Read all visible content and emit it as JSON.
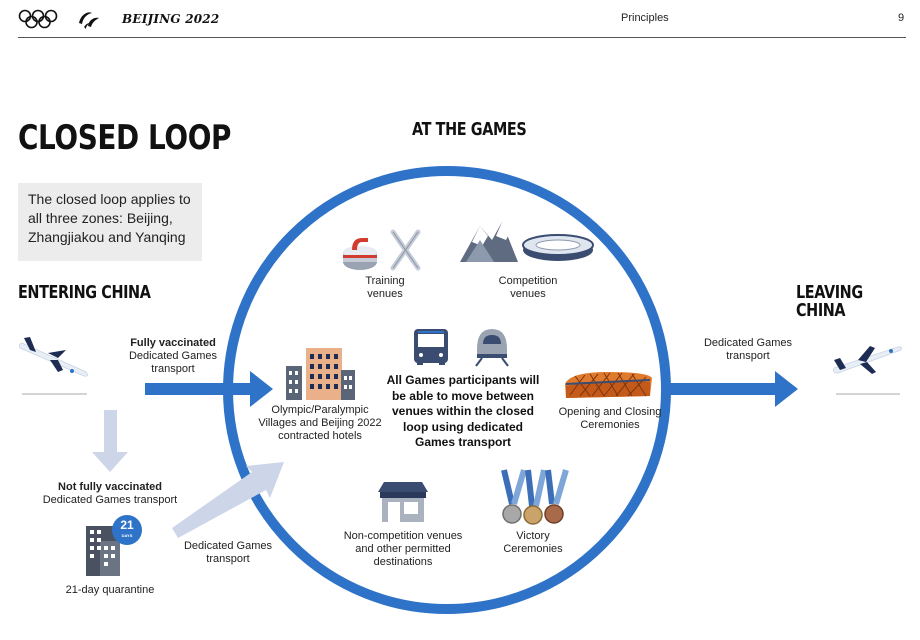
{
  "header": {
    "brand": "BEIJING 2022",
    "section": "Principles",
    "page_number": "9"
  },
  "title": "CLOSED LOOP",
  "note": "The closed loop applies to all three zones: Beijing, Zhangjiakou and Yanqing",
  "sections": {
    "entering": "ENTERING CHINA",
    "at_games": "AT THE GAMES",
    "leaving": "LEAVING CHINA"
  },
  "entering": {
    "vaccinated_title": "Fully vaccinated",
    "vaccinated_text": "Dedicated Games transport",
    "not_vaccinated_title": "Not fully vaccinated",
    "not_vaccinated_text": "Dedicated Games transport",
    "quarantine_days": "21",
    "quarantine_unit": "DAYS",
    "quarantine_label": "21-day quarantine",
    "quarantine_transport": "Dedicated Games transport"
  },
  "games": {
    "training": "Training venues",
    "competition": "Competition venues",
    "villages": "Olympic/Paralympic Villages and Beijing 2022 contracted hotels",
    "center": "All Games participants will be able to move between venues within the closed loop using dedicated Games transport",
    "ceremonies": "Opening and Closing Ceremonies",
    "noncompetition": "Non-competition venues and other permitted destinations",
    "victory": "Victory Ceremonies"
  },
  "leaving": {
    "transport": "Dedicated Games transport"
  },
  "colors": {
    "loop_blue": "#2f73c9",
    "light_arrow": "#cdd5e8",
    "note_bg": "#ececec"
  }
}
